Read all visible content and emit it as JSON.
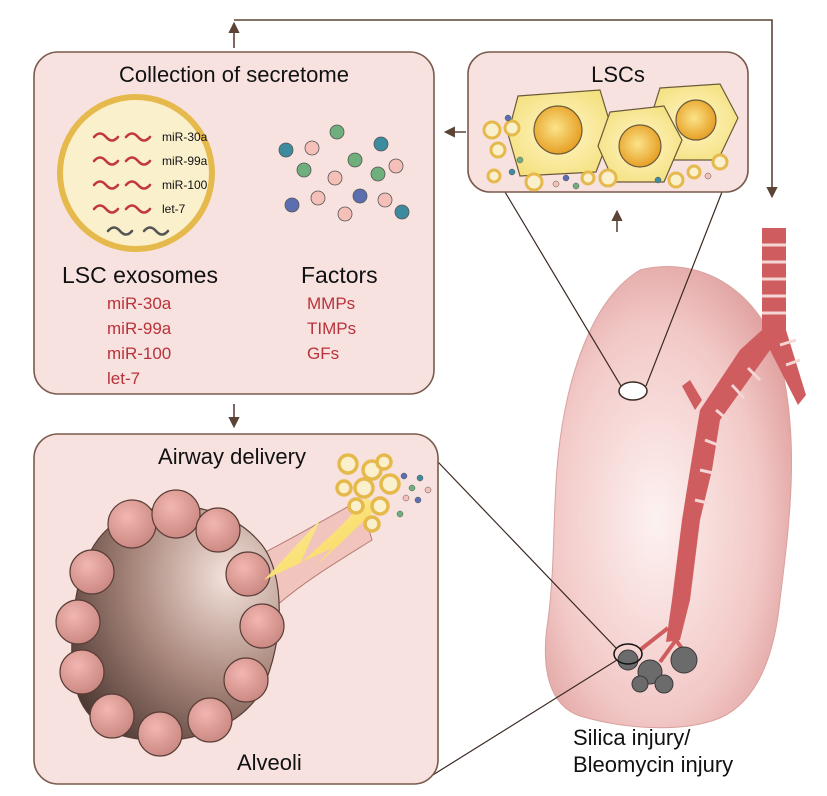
{
  "panels": {
    "secretome": {
      "title": "Collection of secretome",
      "exosome_mirnas": [
        "miR-30a",
        "miR-99a",
        "miR-100",
        "let-7"
      ],
      "exosomes_heading": "LSC exosomes",
      "exosomes_list": [
        "miR-30a",
        "miR-99a",
        "miR-100",
        "let-7"
      ],
      "factors_heading": "Factors",
      "factors_list": [
        "MMPs",
        "TIMPs",
        "GFs"
      ]
    },
    "lscs": {
      "title": "LSCs"
    },
    "delivery": {
      "title": "Airway delivery",
      "alveoli_label": "Alveoli"
    }
  },
  "injury_label": [
    "Silica injury/",
    "Bleomycin injury"
  ],
  "colors": {
    "panel_fill": "#f7e2e0",
    "panel_stroke": "#7a5a4c",
    "text_red": "#b8323a",
    "exosome_ring": "#e6b94c",
    "exosome_fill": "#fbf0cc",
    "lung": "#f1c4c2",
    "trachea": "#cf5d5f",
    "arrow": "#5b4336"
  }
}
